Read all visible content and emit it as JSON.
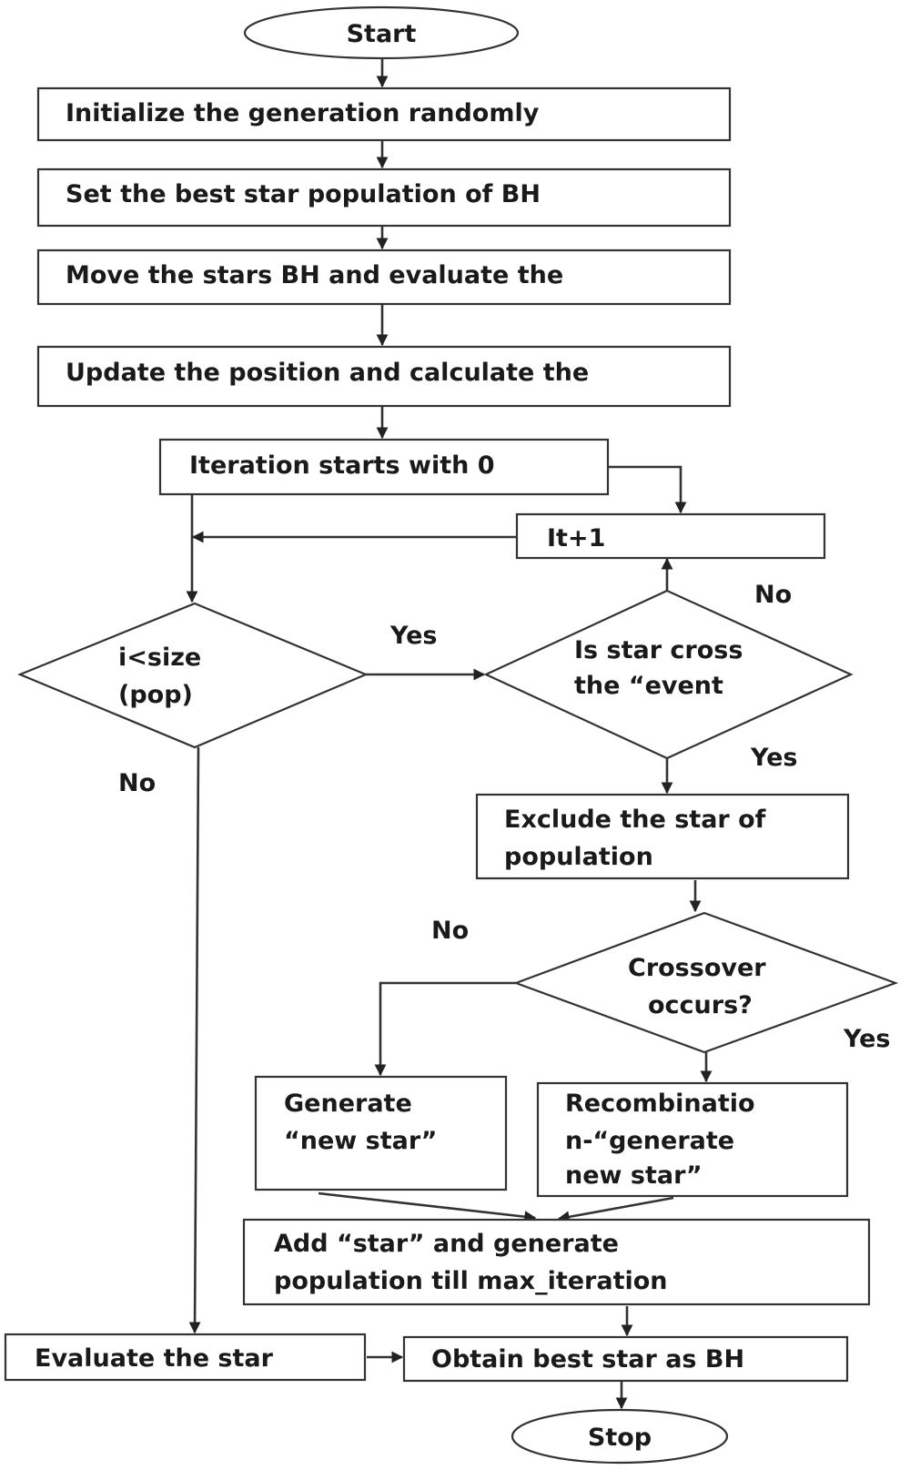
{
  "flowchart": {
    "start": "Start",
    "init": "Initialize the generation randomly",
    "set_best": "Set the best star population of BH",
    "move": "Move the stars BH and evaluate the",
    "update": "Update the position and calculate the",
    "iteration": "Iteration starts with 0",
    "increment": "It+1",
    "cond_size": [
      "i<size",
      "(pop)"
    ],
    "cond_event": [
      "Is star cross",
      "the “event"
    ],
    "exclude": [
      "Exclude the star of",
      "population"
    ],
    "cond_crossover": [
      "Crossover",
      "occurs?"
    ],
    "generate": [
      "Generate",
      "“new star”"
    ],
    "recombination": [
      "Recombinatio",
      "n-“generate",
      "new star”"
    ],
    "add_star": [
      "Add “star” and generate",
      "population till max_iteration"
    ],
    "evaluate": "Evaluate the star",
    "obtain": "Obtain best star as BH",
    "stop": "Stop",
    "labels": {
      "yes_size": "Yes",
      "no_size": "No",
      "no_event": "No",
      "yes_event": "Yes",
      "no_crossover": "No",
      "yes_crossover": "Yes"
    }
  }
}
